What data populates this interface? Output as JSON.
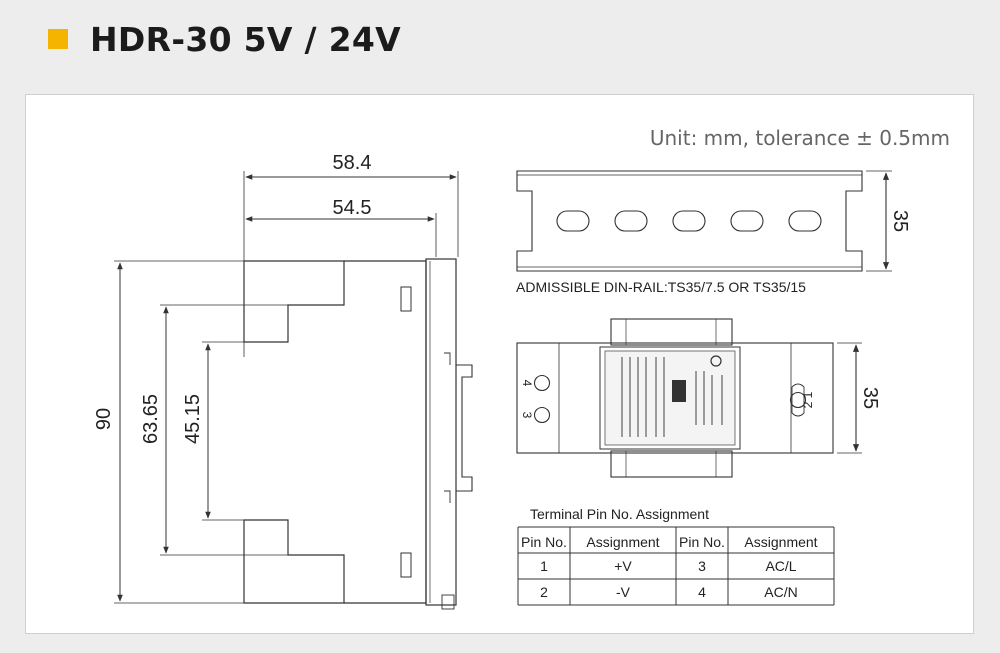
{
  "header": {
    "title": "HDR-30 5V / 24V"
  },
  "colors": {
    "accent": "#f5b400"
  },
  "drawing": {
    "unit_note": "Unit: mm, tolerance ± 0.5mm",
    "dim_width_overall": "58.4",
    "dim_width_body": "54.5",
    "dim_height_overall": "90",
    "dim_height_mid": "63.65",
    "dim_height_front": "45.15",
    "rail_height": "35",
    "rail_caption": "ADMISSIBLE DIN-RAIL:TS35/7.5 OR TS35/15",
    "top_view_height": "35",
    "pin_4": "4",
    "pin_3": "3",
    "pin_2_1": "2  1"
  },
  "terminal_table": {
    "title": "Terminal Pin No.  Assignment",
    "headers": [
      "Pin No.",
      "Assignment",
      "Pin No.",
      "Assignment"
    ],
    "rows": [
      [
        "1",
        "+V",
        "3",
        "AC/L"
      ],
      [
        "2",
        "-V",
        "4",
        "AC/N"
      ]
    ]
  }
}
